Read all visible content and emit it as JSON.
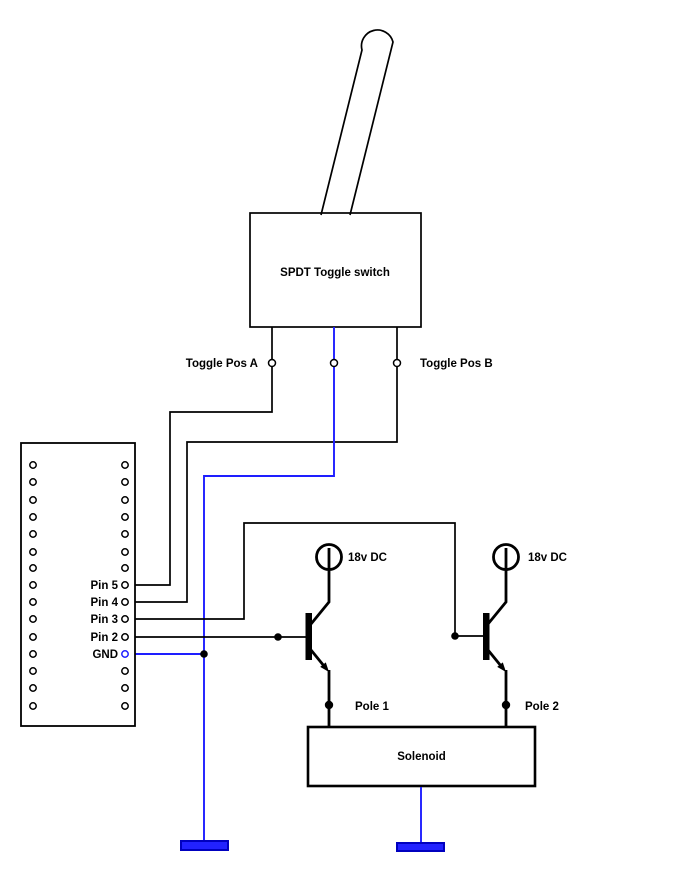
{
  "toggle_switch": {
    "label": "SPDT Toggle switch",
    "pos_a_label": "Toggle Pos A",
    "pos_b_label": "Toggle Pos B"
  },
  "board": {
    "pin_labels": [
      "Pin 5",
      "Pin 4",
      "Pin 3",
      "Pin 2",
      "GND"
    ],
    "pin_rows_per_side": 15
  },
  "power": {
    "left_label": "18v DC",
    "right_label": "18v DC"
  },
  "solenoid": {
    "label": "Solenoid",
    "pole_1_label": "Pole 1",
    "pole_2_label": "Pole 2"
  },
  "colors": {
    "wire_black": "#000000",
    "wire_blue": "#1e1eff",
    "ground_fill": "#2222ff",
    "ground_border": "#0000bf",
    "background": "#ffffff"
  }
}
